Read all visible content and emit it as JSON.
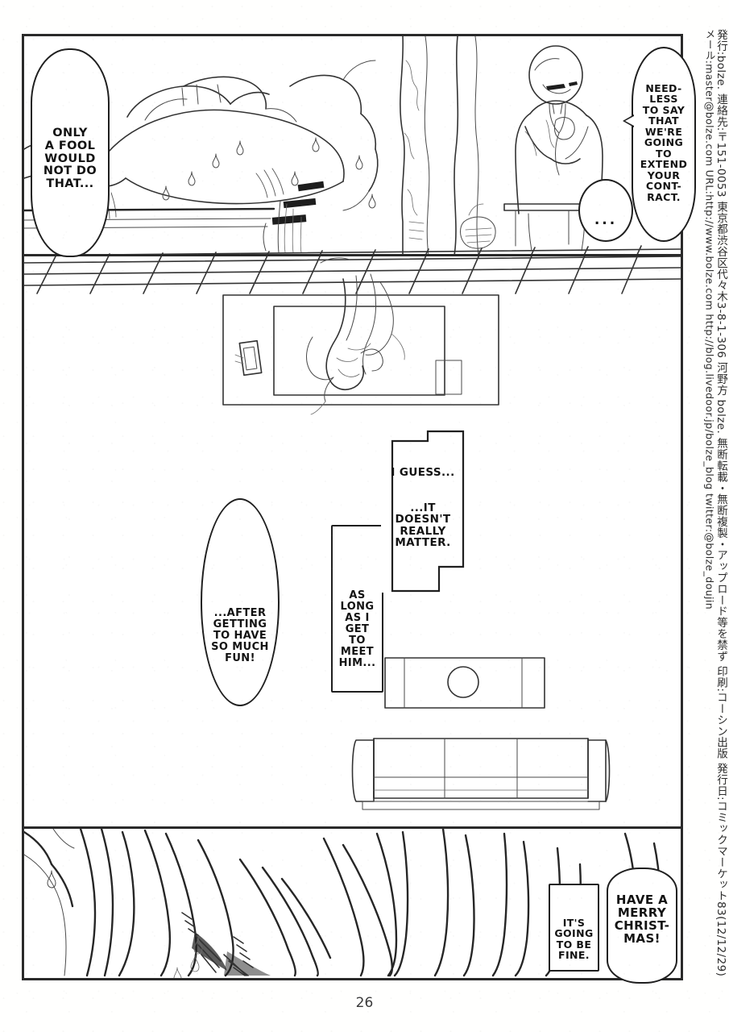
{
  "page": {
    "number": "26",
    "background_color": "#ffffff",
    "ink_color": "#2a2a2a"
  },
  "panels": [
    {
      "name": "top-panel",
      "description": "bedroom scene, figure lying on bed, man standing by curtain"
    },
    {
      "name": "middle-panel",
      "description": "overhead floor-plan view of room with bed, table and sofa"
    },
    {
      "name": "bottom-panel",
      "description": "close-up of hair strands and sweat drops"
    }
  ],
  "balloons": {
    "fool": {
      "text": "ONLY\nA FOOL\nWOULD\nNOT DO\nTHAT...",
      "shape": "oval"
    },
    "contract": {
      "text": "NEED-\nLESS\nTO SAY\nTHAT\nWE'RE\nGOING\nTO\nEXTEND\nYOUR\nCONT-\nRACT.",
      "shape": "oval-with-tail"
    },
    "dots": {
      "text": "...",
      "shape": "small-oval"
    },
    "fun": {
      "text": "...AFTER\nGETTING\nTO HAVE\nSO MUCH\nFUN!",
      "shape": "tall-oval"
    },
    "meet": {
      "text": "AS\nLONG\nAS I\nGET\nTO\nMEET\nHIM...",
      "shape": "tall-rectangle"
    },
    "guess": {
      "text": "I GUESS...\n\n\n...IT\nDOESN'T\nREALLY\nMATTER.",
      "shape": "notched-rectangle"
    },
    "fine": {
      "text": "IT'S\nGOING\nTO BE\nFINE.",
      "shape": "rectangle"
    },
    "merry": {
      "text": "HAVE A\nMERRY\nCHRIST-\nMAS!",
      "shape": "oval"
    }
  },
  "colophon": {
    "line_1": "発行:bolze. 連絡先:〒151-0053 東京都渋谷区代々木3-8-1-306 河野方 bolze. 無断転載・無断複製・アップロード等を禁ず 印刷:コーシン出版 発行日:コミックマーケット83(12/12/29)",
    "line_2": "メール:master@bolze.com URL:http://www.bolze.com http://blog.livedoor.jp/bolze_blog twitter:@bolze_doujin"
  }
}
